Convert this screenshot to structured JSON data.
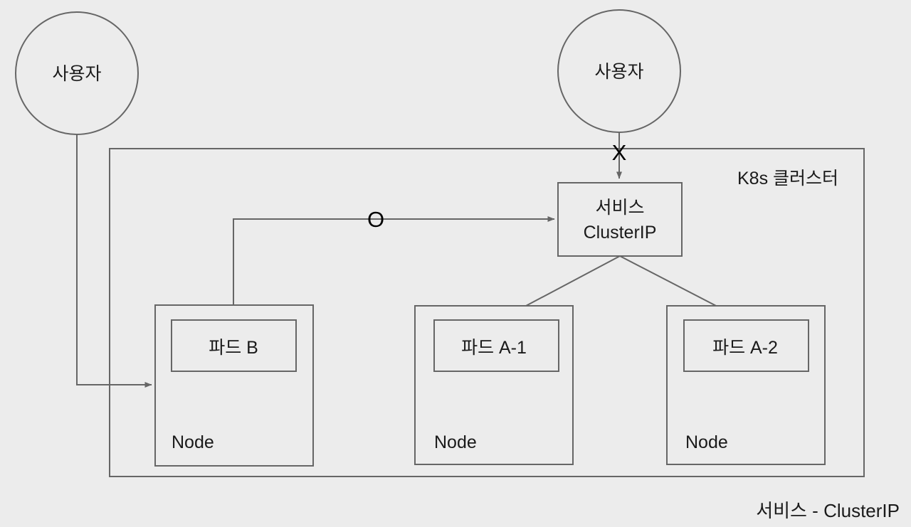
{
  "diagram": {
    "caption": "서비스 - ClusterIP",
    "cluster_label": "K8s 클러스터",
    "colors": {
      "background": "#ececec",
      "stroke": "#666666",
      "text": "#1a1a1a",
      "mark": "#000000"
    },
    "actors": [
      {
        "id": "user-left",
        "label": "사용자"
      },
      {
        "id": "user-right",
        "label": "사용자"
      }
    ],
    "service": {
      "line1": "서비스",
      "line2": "ClusterIP"
    },
    "nodes": [
      {
        "id": "node-b",
        "node_label": "Node",
        "pod_label": "파드 B"
      },
      {
        "id": "node-a1",
        "node_label": "Node",
        "pod_label": "파드 A-1"
      },
      {
        "id": "node-a2",
        "node_label": "Node",
        "pod_label": "파드 A-2"
      }
    ],
    "markers": [
      {
        "id": "blocked-marker",
        "symbol": "X",
        "meaning": "external-access-blocked"
      },
      {
        "id": "allowed-marker",
        "symbol": "O",
        "meaning": "internal-access-allowed"
      }
    ]
  }
}
